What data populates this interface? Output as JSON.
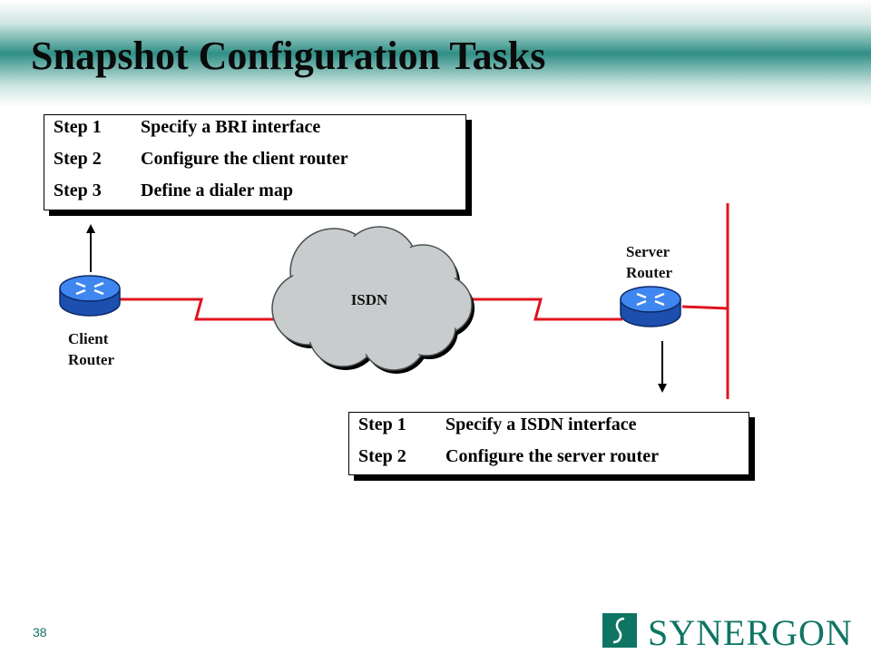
{
  "slide": {
    "title": "Snapshot Configuration Tasks",
    "page_number": "38"
  },
  "client_steps": [
    {
      "num": "Step 1",
      "desc": "Specify a BRI interface"
    },
    {
      "num": "Step 2",
      "desc": "Configure the client router"
    },
    {
      "num": "Step 3",
      "desc": "Define a dialer map"
    }
  ],
  "server_steps": [
    {
      "num": "Step 1",
      "desc": "Specify a ISDN interface"
    },
    {
      "num": "Step 2",
      "desc": "Configure the server router"
    }
  ],
  "network": {
    "cloud_label": "ISDN",
    "client_label_line1": "Client",
    "client_label_line2": "Router",
    "server_label_line1": "Server",
    "server_label_line2": "Router"
  },
  "logo": {
    "text": "SYNERGON",
    "mark": "S"
  },
  "colors": {
    "title_band": "#2f8f86",
    "brand": "#0f7563",
    "link": "#e0141e",
    "router": "#2a6fe0",
    "cloud": "#c9cccd"
  }
}
